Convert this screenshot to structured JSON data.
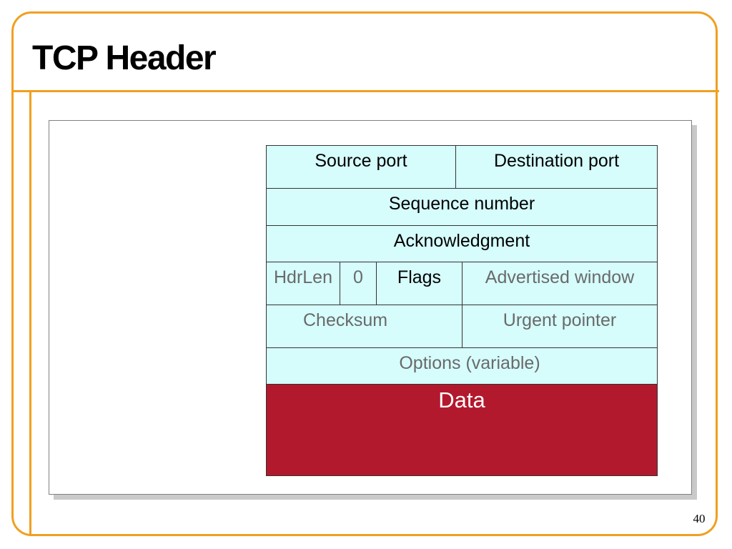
{
  "slide": {
    "title": "TCP Header",
    "page_number": "40"
  },
  "header_diagram": {
    "row1": {
      "source_port": "Source port",
      "destination_port": "Destination port"
    },
    "row2": {
      "sequence_number": "Sequence number"
    },
    "row3": {
      "acknowledgment": "Acknowledgment"
    },
    "row4": {
      "hdrlen": "HdrLen",
      "reserved": "0",
      "flags": "Flags",
      "advertised_window": "Advertised window"
    },
    "row5": {
      "checksum": "Checksum",
      "urgent_pointer": "Urgent pointer"
    },
    "row6": {
      "options": "Options (variable)"
    },
    "payload": {
      "data": "Data"
    }
  },
  "colors": {
    "accent": "#f0a020",
    "header_fill": "#d6fcfc",
    "data_fill": "#b3192d"
  }
}
